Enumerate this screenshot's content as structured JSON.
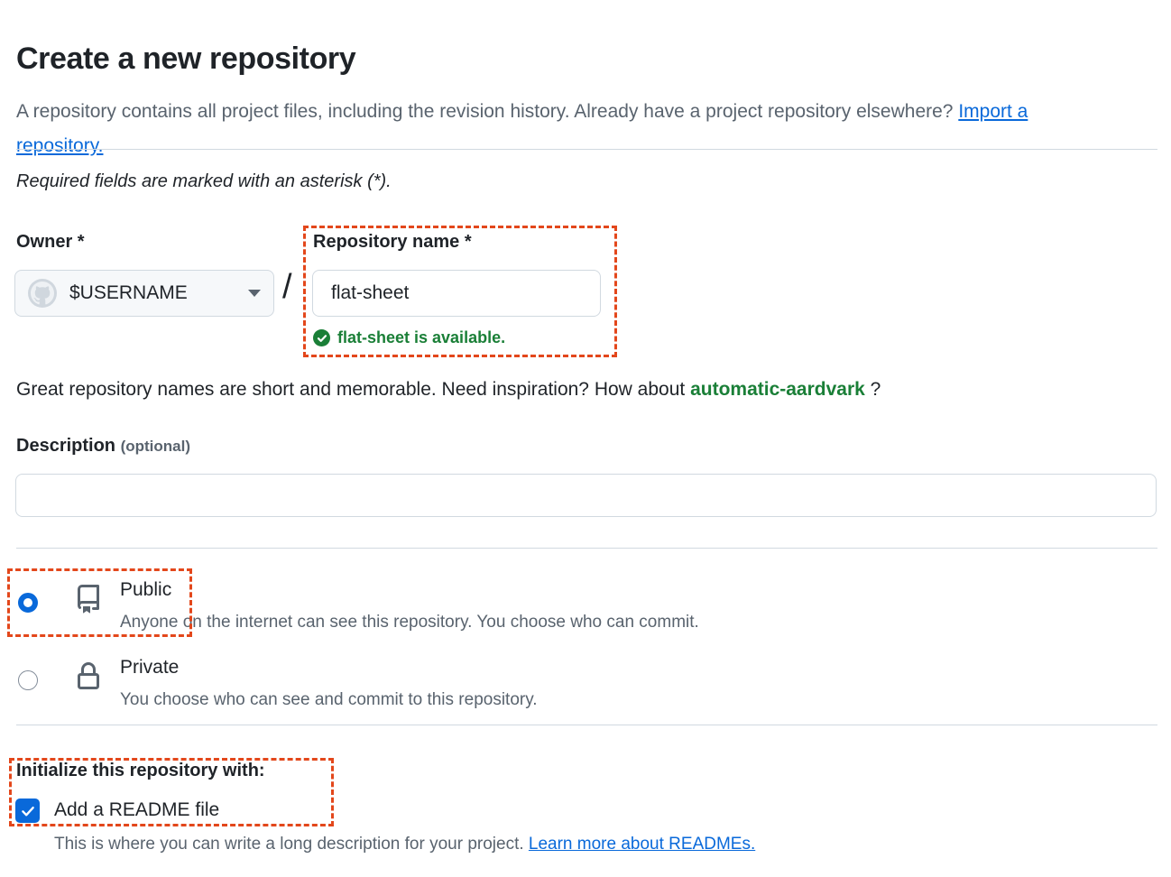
{
  "page": {
    "title": "Create a new repository",
    "intro_text": "A repository contains all project files, including the revision history. Already have a project repository elsewhere? ",
    "intro_link": "Import a repository.",
    "required_note": "Required fields are marked with an asterisk (*)."
  },
  "owner": {
    "label": "Owner *",
    "username": "$USERNAME",
    "avatar_icon": "github-octocat-avatar",
    "chevron_icon": "chevron-down-icon",
    "separator": "/"
  },
  "repository_name": {
    "label": "Repository name *",
    "value": "flat-sheet",
    "placeholder": "",
    "availability_text": "flat-sheet is available.",
    "availability_icon": "check-circle-icon",
    "availability_color": "#1a7f37"
  },
  "suggestion": {
    "prefix": "Great repository names are short and memorable. Need inspiration? How about ",
    "name": "automatic-aardvark",
    "suffix": " ?"
  },
  "description": {
    "label": "Description ",
    "optional": "(optional)",
    "value": "",
    "placeholder": ""
  },
  "visibility": {
    "options": [
      {
        "id": "public",
        "icon": "repo-book-icon",
        "title": "Public",
        "description": "Anyone on the internet can see this repository. You choose who can commit.",
        "selected": true
      },
      {
        "id": "private",
        "icon": "lock-icon",
        "title": "Private",
        "description": "You choose who can see and commit to this repository.",
        "selected": false
      }
    ]
  },
  "initialize": {
    "label": "Initialize this repository with:",
    "readme_label": "Add a README file",
    "readme_checked": true,
    "readme_description": "This is where you can write a long description for your project. ",
    "readme_link": "Learn more about READMEs."
  },
  "annotations": {
    "color": "#e3471b",
    "boxes": [
      "repository-name",
      "public-visibility",
      "initialize-readme"
    ]
  },
  "colors": {
    "accent_blue": "#0969da",
    "success_green": "#1a7f37",
    "muted_text": "#59636e",
    "border": "#d1d9e0",
    "surface": "#f6f8fa"
  }
}
